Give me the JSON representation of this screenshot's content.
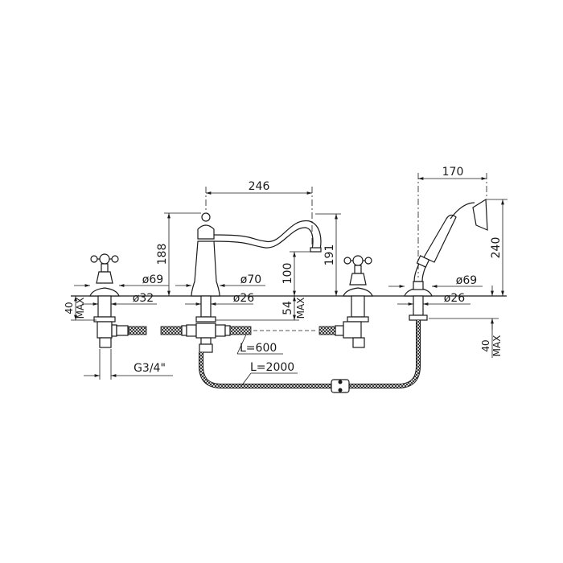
{
  "title": "Deck-mounted bath mixer with hand shower – dimensional drawing",
  "dimensions": {
    "spout_reach": "246",
    "shower_reach": "170",
    "spout_height": "188",
    "total_height": "191",
    "outlet_height": "100",
    "center_deck_max": "54",
    "center_deck_max_label": "MAX",
    "shower_height": "240",
    "left_deck_max": "40",
    "left_deck_max_label": "MAX",
    "right_deck_max": "40",
    "right_deck_max_label": "MAX",
    "left_rosette_dia": "ø69",
    "spout_base_dia": "ø70",
    "shower_rosette_dia": "ø69",
    "left_shank_dia": "ø32",
    "center_shank_dia": "ø26",
    "shower_shank_dia": "ø26",
    "thread": "G3/4\"",
    "hose_length_short": "L=600",
    "hose_length_shower": "L=2000"
  },
  "colors": {
    "line": "#1a1a1a",
    "background": "#ffffff"
  }
}
